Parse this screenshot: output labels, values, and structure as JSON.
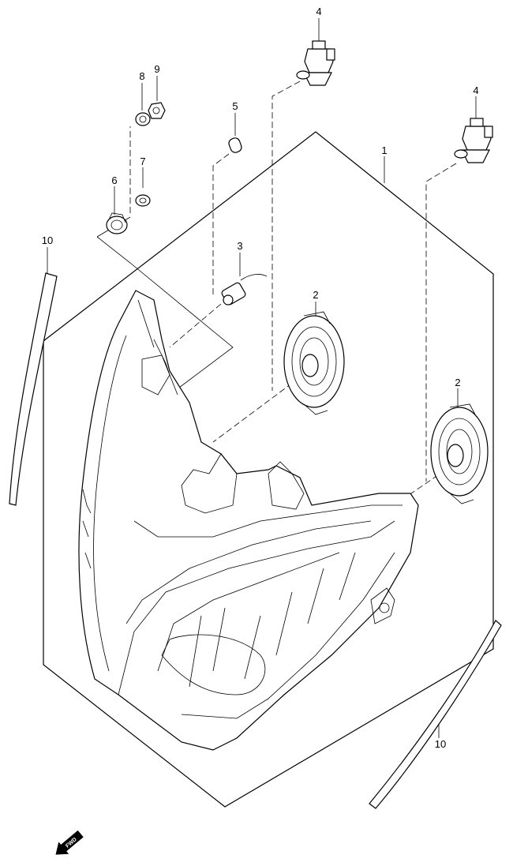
{
  "diagram": {
    "labels": {
      "housing": "1",
      "socket_left": "2",
      "socket_right": "2",
      "position_socket": "3",
      "bulb_top": "4",
      "bulb_right": "4",
      "position_bulb": "5",
      "adjuster": "6",
      "nut_7": "7",
      "washer_8": "8",
      "nut_9": "9",
      "seal_left": "10",
      "seal_right": "10"
    },
    "fwd_label": "FWD"
  }
}
